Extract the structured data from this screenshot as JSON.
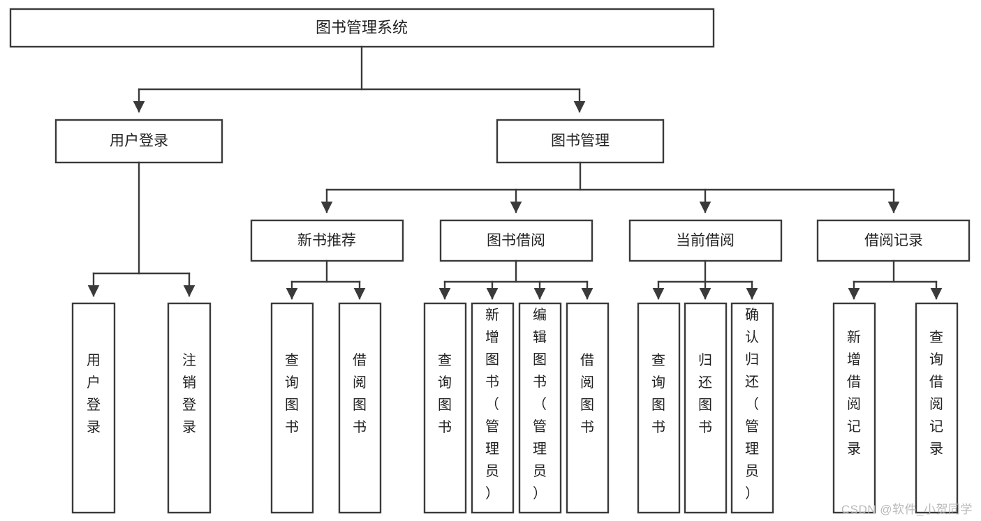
{
  "diagram": {
    "type": "tree-hierarchy",
    "title": "图书管理系统",
    "orientation": "top-down",
    "colors": {
      "background": "#ffffff",
      "box_fill": "#ffffff",
      "box_stroke": "#3a3a3a",
      "text": "#222222",
      "watermark": "#b9b9b9"
    },
    "root": {
      "label": "图书管理系统"
    },
    "level2": [
      {
        "label": "用户登录"
      },
      {
        "label": "图书管理"
      }
    ],
    "level3": [
      {
        "label": "新书推荐"
      },
      {
        "label": "图书借阅"
      },
      {
        "label": "当前借阅"
      },
      {
        "label": "借阅记录"
      }
    ],
    "leaves": {
      "user_login": [
        {
          "label": "用户登录"
        },
        {
          "label": "注销登录"
        }
      ],
      "new_book_recommend": [
        {
          "label": "查询图书"
        },
        {
          "label": "借阅图书"
        }
      ],
      "book_borrow": [
        {
          "label": "查询图书"
        },
        {
          "label": "新增图书（管理员）"
        },
        {
          "label": "编辑图书（管理员）"
        },
        {
          "label": "借阅图书"
        }
      ],
      "current_borrow": [
        {
          "label": "查询图书"
        },
        {
          "label": "归还图书"
        },
        {
          "label": "确认归还（管理员）"
        }
      ],
      "borrow_record": [
        {
          "label": "新增借阅记录"
        },
        {
          "label": "查询借阅记录"
        }
      ]
    }
  },
  "watermark": {
    "text": "CSDN @软件_小贺同学"
  }
}
